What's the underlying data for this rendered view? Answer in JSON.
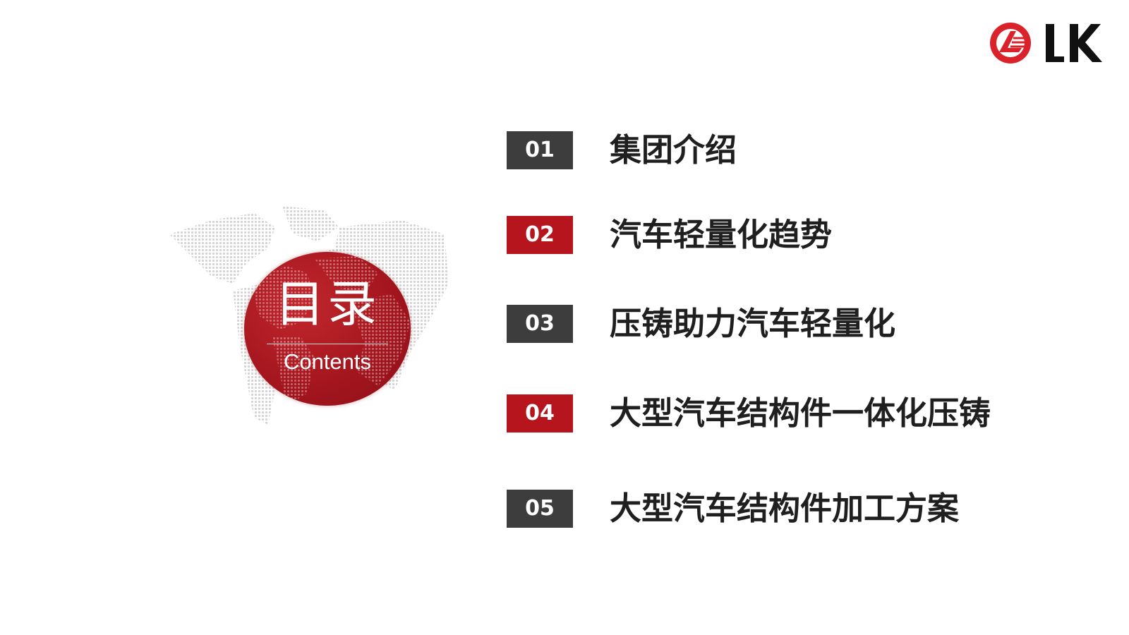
{
  "brand": {
    "logo_text": "LK",
    "colors": {
      "red": "#b7151d",
      "dark": "#3d3d3d"
    }
  },
  "circle": {
    "title": "目录",
    "subtitle": "Contents"
  },
  "toc": {
    "items": [
      {
        "num": "01",
        "label": "集团介绍",
        "style": "dark"
      },
      {
        "num": "02",
        "label": "汽车轻量化趋势",
        "style": "red"
      },
      {
        "num": "03",
        "label": "压铸助力汽车轻量化",
        "style": "dark"
      },
      {
        "num": "04",
        "label": "大型汽车结构件一体化压铸",
        "style": "red"
      },
      {
        "num": "05",
        "label": "大型汽车结构件加工方案",
        "style": "dark"
      }
    ]
  }
}
